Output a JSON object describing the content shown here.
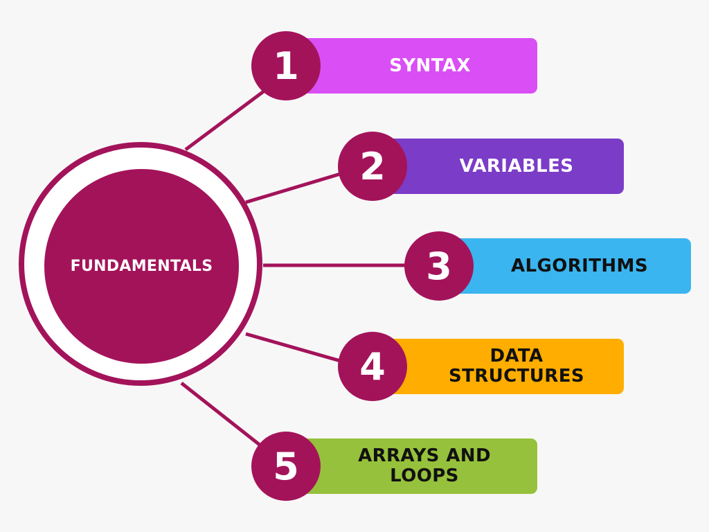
{
  "center": {
    "label": "FUNDAMENTALS",
    "color": "#a3135a"
  },
  "items": [
    {
      "number": "1",
      "label": "SYNTAX",
      "bar_color": "#d94ff5",
      "text_color": "#ffffff"
    },
    {
      "number": "2",
      "label": "VARIABLES",
      "bar_color": "#7b3cc8",
      "text_color": "#ffffff"
    },
    {
      "number": "3",
      "label": "ALGORITHMS",
      "bar_color": "#3ab5ef",
      "text_color": "#111111"
    },
    {
      "number": "4",
      "label": "DATA\nSTRUCTURES",
      "bar_color": "#ffad00",
      "text_color": "#111111"
    },
    {
      "number": "5",
      "label": "ARRAYS AND\nLOOPS",
      "bar_color": "#96c13c",
      "text_color": "#111111"
    }
  ],
  "background": "#f7f7f7"
}
